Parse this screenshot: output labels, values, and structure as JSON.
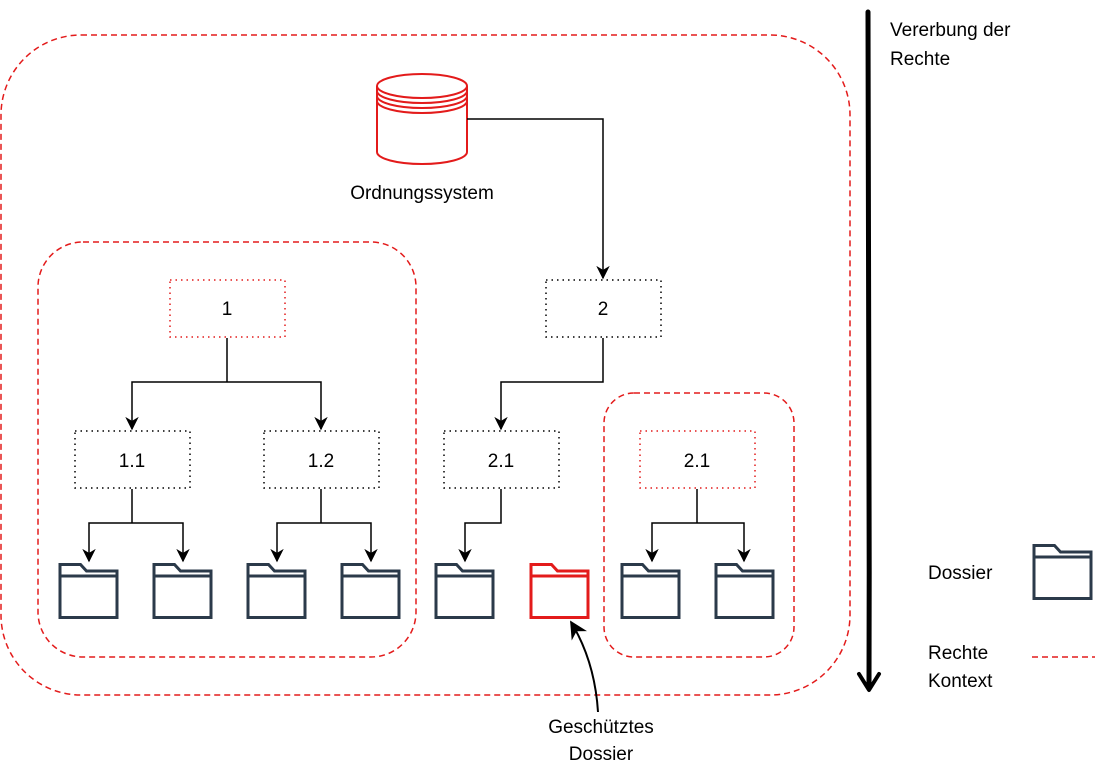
{
  "colors": {
    "accent": "#e31b1b",
    "line": "#000000",
    "folder": "#2b3a4a"
  },
  "diagram": {
    "root_label": "Ordnungssystem",
    "nodes": {
      "n1": "1",
      "n2": "2",
      "n1_1": "1.1",
      "n1_2": "1.2",
      "n2_1a": "2.1",
      "n2_1b": "2.1"
    },
    "protected_dossier": {
      "line1": "Geschütztes",
      "line2": "Dossier"
    }
  },
  "inheritance": {
    "line1": "Vererbung der",
    "line2": "Rechte"
  },
  "legend": {
    "dossier": "Dossier",
    "context_line1": "Rechte",
    "context_line2": "Kontext"
  }
}
